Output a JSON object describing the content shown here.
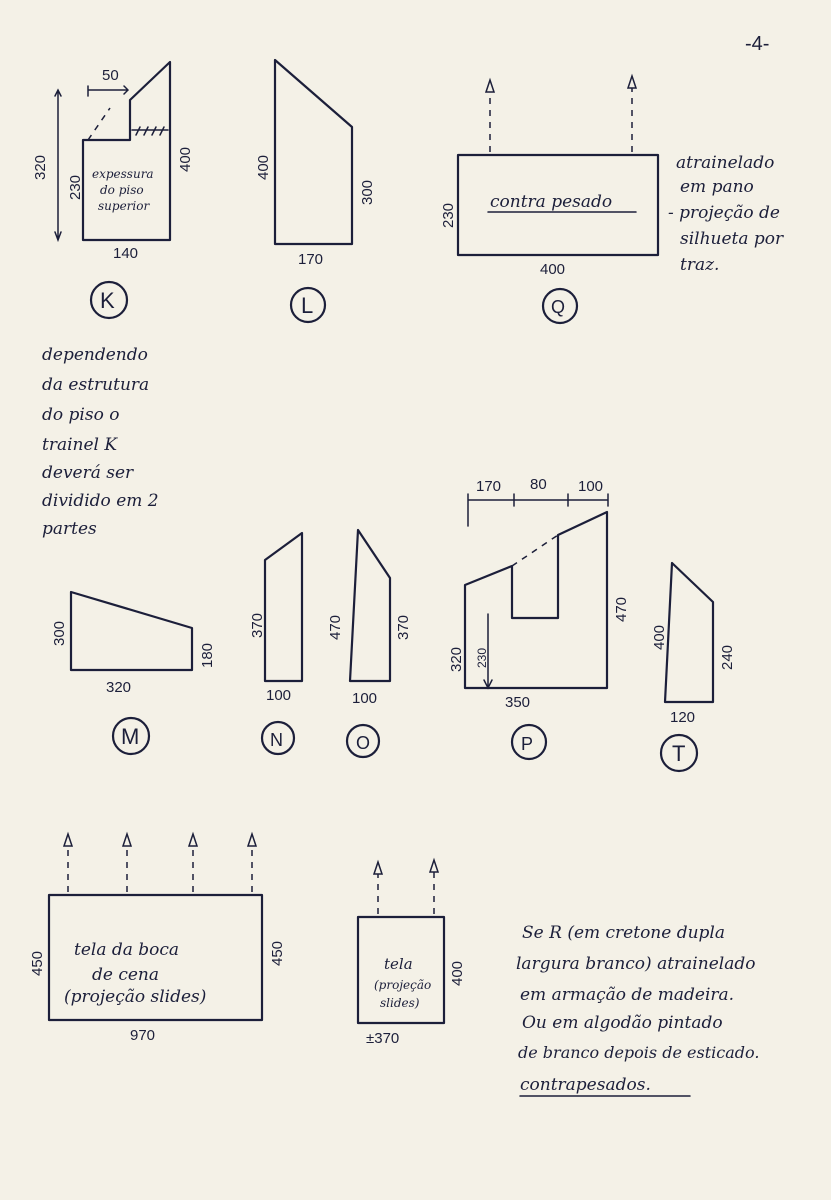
{
  "page_number": "-4-",
  "panels": {
    "K": {
      "letter": "K",
      "d_top": "50",
      "d_total": "320",
      "d_right": "400",
      "d_inner": "230",
      "d_bottom": "140",
      "note": [
        "expessura",
        "do piso",
        "superior"
      ]
    },
    "L": {
      "letter": "L",
      "d_left": "400",
      "d_right": "300",
      "d_bottom": "170"
    },
    "Q": {
      "letter": "Q",
      "label": "contra pesado",
      "d_left": "230",
      "d_bottom": "400",
      "note": [
        "atrainelado",
        "em pano",
        "- projeção de",
        "silhueta por",
        "traz."
      ]
    },
    "M": {
      "letter": "M",
      "d_left": "300",
      "d_right": "180",
      "d_bottom": "320"
    },
    "N": {
      "letter": "N",
      "d_left": "370",
      "d_bottom": "100"
    },
    "O": {
      "letter": "O",
      "d_left": "470",
      "d_right": "370",
      "d_bottom": "100"
    },
    "P": {
      "letter": "P",
      "d_top1": "170",
      "d_top2": "80",
      "d_top3": "100",
      "d_left": "320",
      "d_inner": "230",
      "d_right": "470",
      "d_bottom": "350"
    },
    "T": {
      "letter": "T",
      "d_left": "400",
      "d_right": "240",
      "d_bottom": "120"
    },
    "screen1": {
      "label": [
        "tela da boca",
        "de cena",
        "(projeção slides)"
      ],
      "d_left": "450",
      "d_right": "450",
      "d_bottom": "970"
    },
    "screen2": {
      "label": [
        "tela",
        "(projeção",
        "slides)"
      ],
      "d_right": "400",
      "d_bottom": "±370"
    }
  },
  "note_left": [
    "dependendo",
    "da estrutura",
    "do piso o",
    "trainel K",
    "deverá ser",
    "dividido em 2",
    "partes"
  ],
  "note_bottom": [
    "Se R (em cretone dupla",
    "largura branco) atrainelado",
    "em armação de madeira.",
    "Ou em algodão pintado",
    "de branco depois de esticado.",
    "contrapesados."
  ]
}
